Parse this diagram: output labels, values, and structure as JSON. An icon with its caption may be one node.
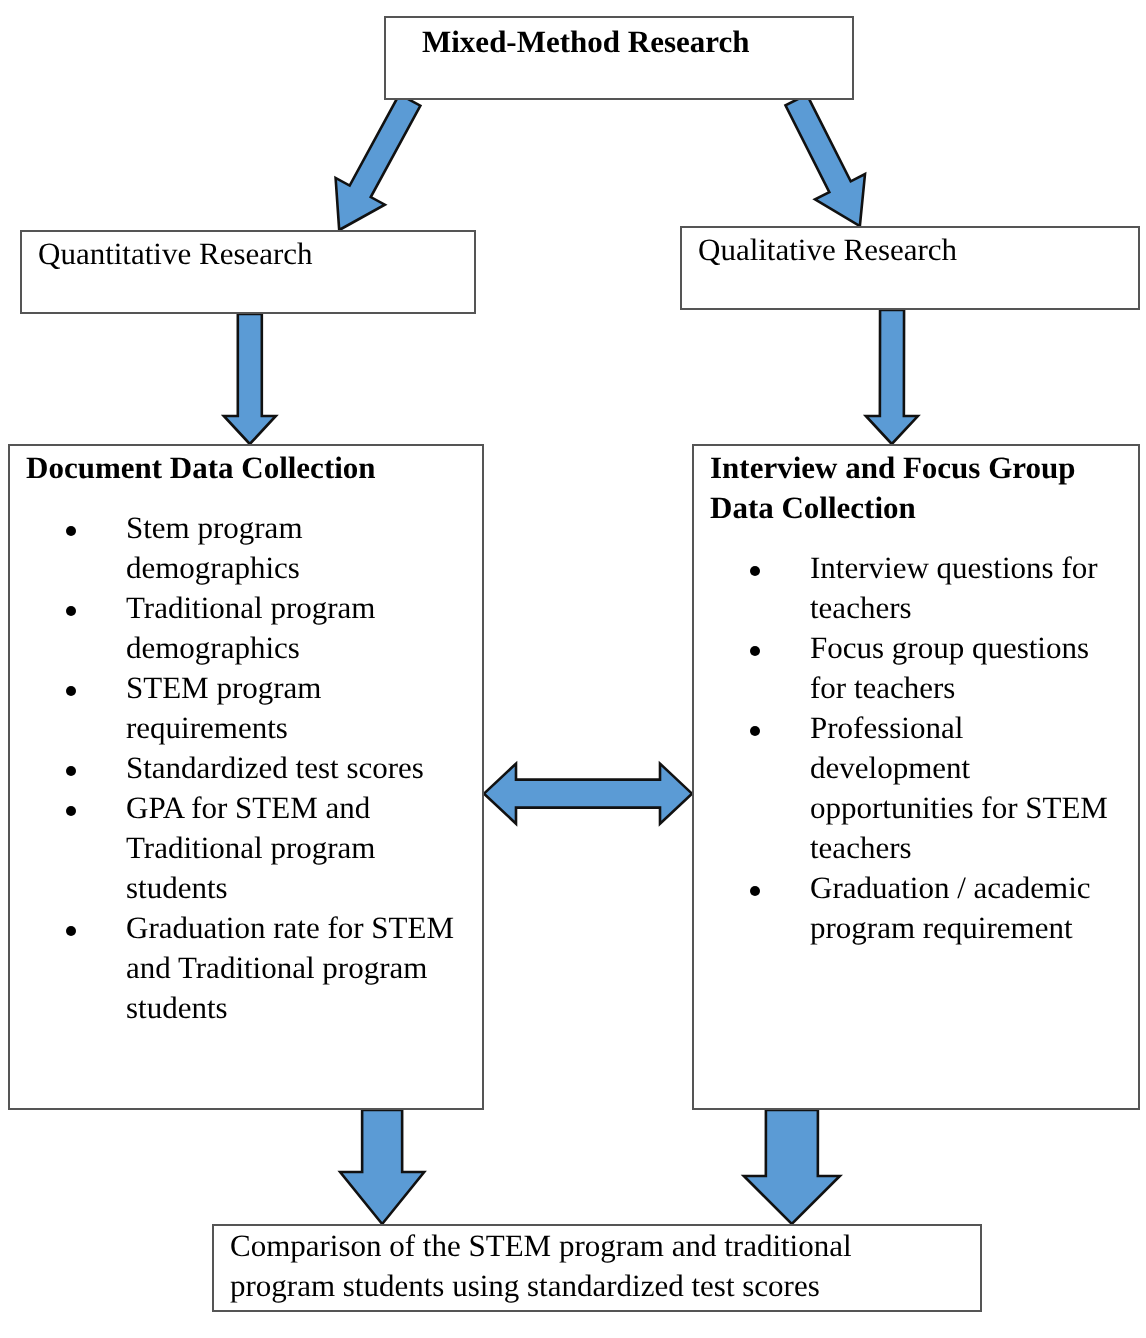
{
  "diagram": {
    "nodes": [
      {
        "text": [
          "Mixed-Method Research"
        ]
      },
      {
        "text": [
          "Quantitative Research"
        ]
      },
      {
        "text": [
          "Qualitative Research"
        ]
      },
      {
        "text": [
          "Document Data Collection",
          "Stem program demographics",
          "Traditional program demographics",
          "STEM program requirements",
          "Standardized test scores",
          "GPA for STEM and Traditional program students",
          "Graduation rate for STEM and Traditional program students"
        ]
      },
      {
        "text": [
          "Interview and Focus Group Data Collection",
          "Interview questions for teachers",
          "Focus group questions for teachers",
          "Professional development opportunities for STEM teachers",
          "Graduation / academic program requirement"
        ]
      },
      {
        "text": [
          "Comparison of the STEM program and traditional program students using standardized test scores"
        ]
      }
    ],
    "edges": [
      {
        "from": 0,
        "to": 1,
        "arrow": "to",
        "style": "thick"
      },
      {
        "from": 0,
        "to": 2,
        "arrow": "to",
        "style": "thick"
      },
      {
        "from": 1,
        "to": 3,
        "arrow": "to",
        "style": "thick"
      },
      {
        "from": 2,
        "to": 4,
        "arrow": "to",
        "style": "thick"
      },
      {
        "from": 3,
        "to": 4,
        "arrow": "both",
        "style": "thick"
      },
      {
        "from": 3,
        "to": 5,
        "arrow": "to",
        "style": "thick"
      },
      {
        "from": 4,
        "to": 5,
        "arrow": "to",
        "style": "thick"
      }
    ]
  }
}
